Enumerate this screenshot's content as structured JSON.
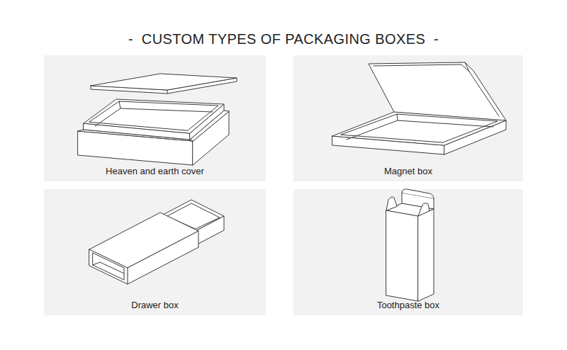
{
  "diagram": {
    "title": "-  CUSTOM TYPES OF PACKAGING BOXES  -",
    "nodes": [
      {
        "text": [
          "Heaven and earth cover"
        ]
      },
      {
        "text": [
          "Magnet box"
        ]
      },
      {
        "text": [
          "Drawer box"
        ]
      },
      {
        "text": [
          "Toothpaste box"
        ]
      }
    ]
  }
}
